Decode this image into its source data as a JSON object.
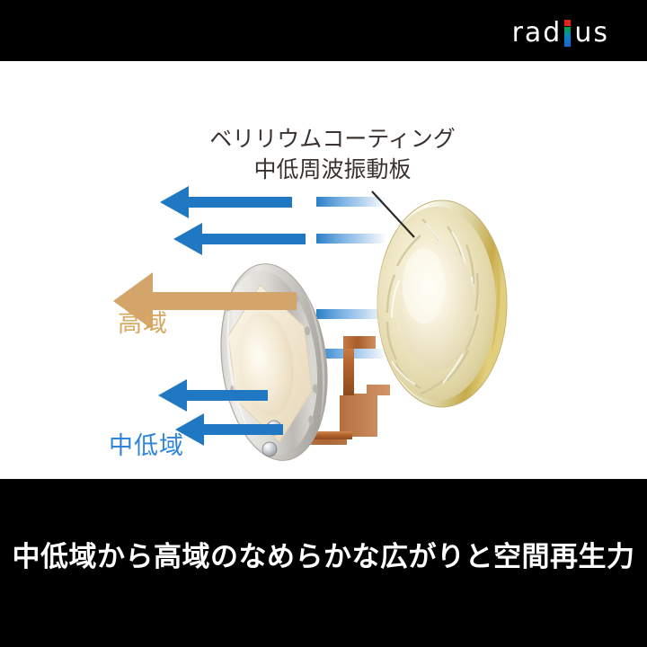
{
  "brand": {
    "logo_text": "radius",
    "logo_letters_before_i": "rad",
    "logo_letters_after_i": "us",
    "dot_color": "#e8201c",
    "stem_gradient_top": "#00a63c",
    "stem_gradient_bottom": "#1664c8"
  },
  "diagram": {
    "callout": {
      "line1": "ベリリウムコーティング",
      "line2": "中低周波振動板",
      "color": "#3a332f"
    },
    "labels": {
      "high_band": "高域",
      "high_band_color": "#d9a860",
      "low_band": "中低域",
      "low_band_color": "#2f86d8"
    },
    "arrows": {
      "blue_color": "#1f78c1",
      "gold_color": "#d4a56a",
      "blue_count": 4,
      "gold_count": 1,
      "direction": "left"
    },
    "parts": {
      "front_driver_name": "中低周波振動板",
      "front_driver_color": "#d8d6d2",
      "rear_driver_name": "ベリリウムコーティング振動板",
      "rear_driver_color": "#ded9ad",
      "terminal_color": "#b5672f"
    }
  },
  "footer": {
    "caption": "中低域から高域のなめらかな広がりと空間再生力",
    "caption_color": "#ffffff",
    "background_color": "#000000"
  }
}
